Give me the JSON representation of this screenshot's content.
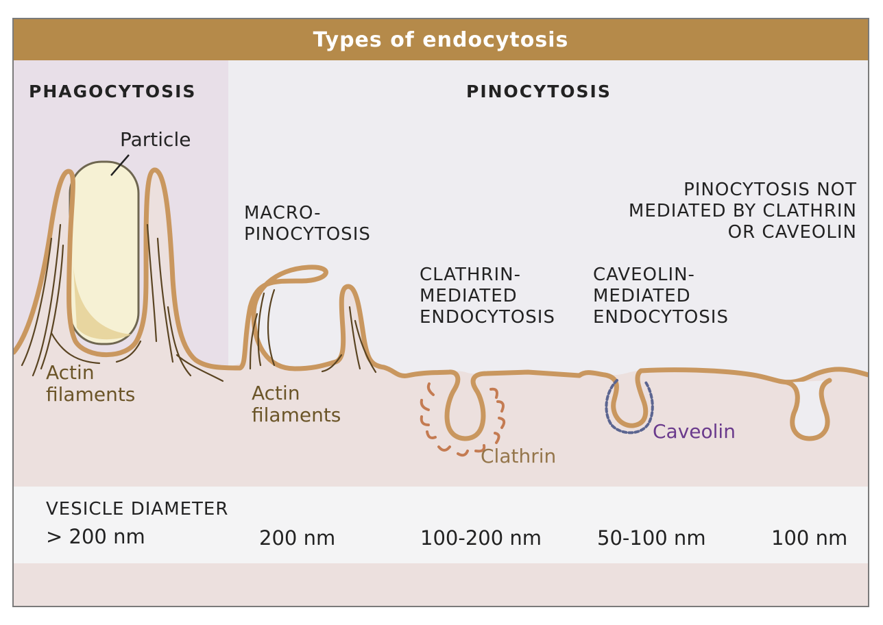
{
  "title": "Types of endocytosis",
  "sections": {
    "phagocytosis": "PHAGOCYTOSIS",
    "pinocytosis": "PINOCYTOSIS"
  },
  "labels": {
    "particle": "Particle",
    "actin_1": "Actin\nfilaments",
    "actin_2": "Actin\nfilaments",
    "macropinocytosis": "MACRO-\nPINOCYTOSIS",
    "clathrin_mediated": "CLATHRIN-\nMEDIATED\nENDOCYTOSIS",
    "caveolin_mediated": "CAVEOLIN-\nMEDIATED\nENDOCYTOSIS",
    "not_mediated": "PINOCYTOSIS NOT\nMEDIATED BY CLATHRIN\nOR CAVEOLIN",
    "clathrin": "Clathrin",
    "caveolin": "Caveolin"
  },
  "vesicle_diameter": {
    "heading": "VESICLE DIAMETER",
    "phagocytosis": "> 200 nm",
    "macropinocytosis": "200 nm",
    "clathrin": "100-200 nm",
    "caveolin": "50-100 nm",
    "other": "100 nm"
  },
  "colors": {
    "title_bar": "#b58a4a",
    "membrane": "#c9975f",
    "cytoplasm": "#ece0de",
    "extracellular": "#eeedf1",
    "phago_panel": "#e8dfe8",
    "particle": "#f6f1d4",
    "clathrin": "#c47b52",
    "caveolin": "#5b6590",
    "caveolin_label": "#6a3a8c",
    "actin_label": "#6b5528"
  }
}
